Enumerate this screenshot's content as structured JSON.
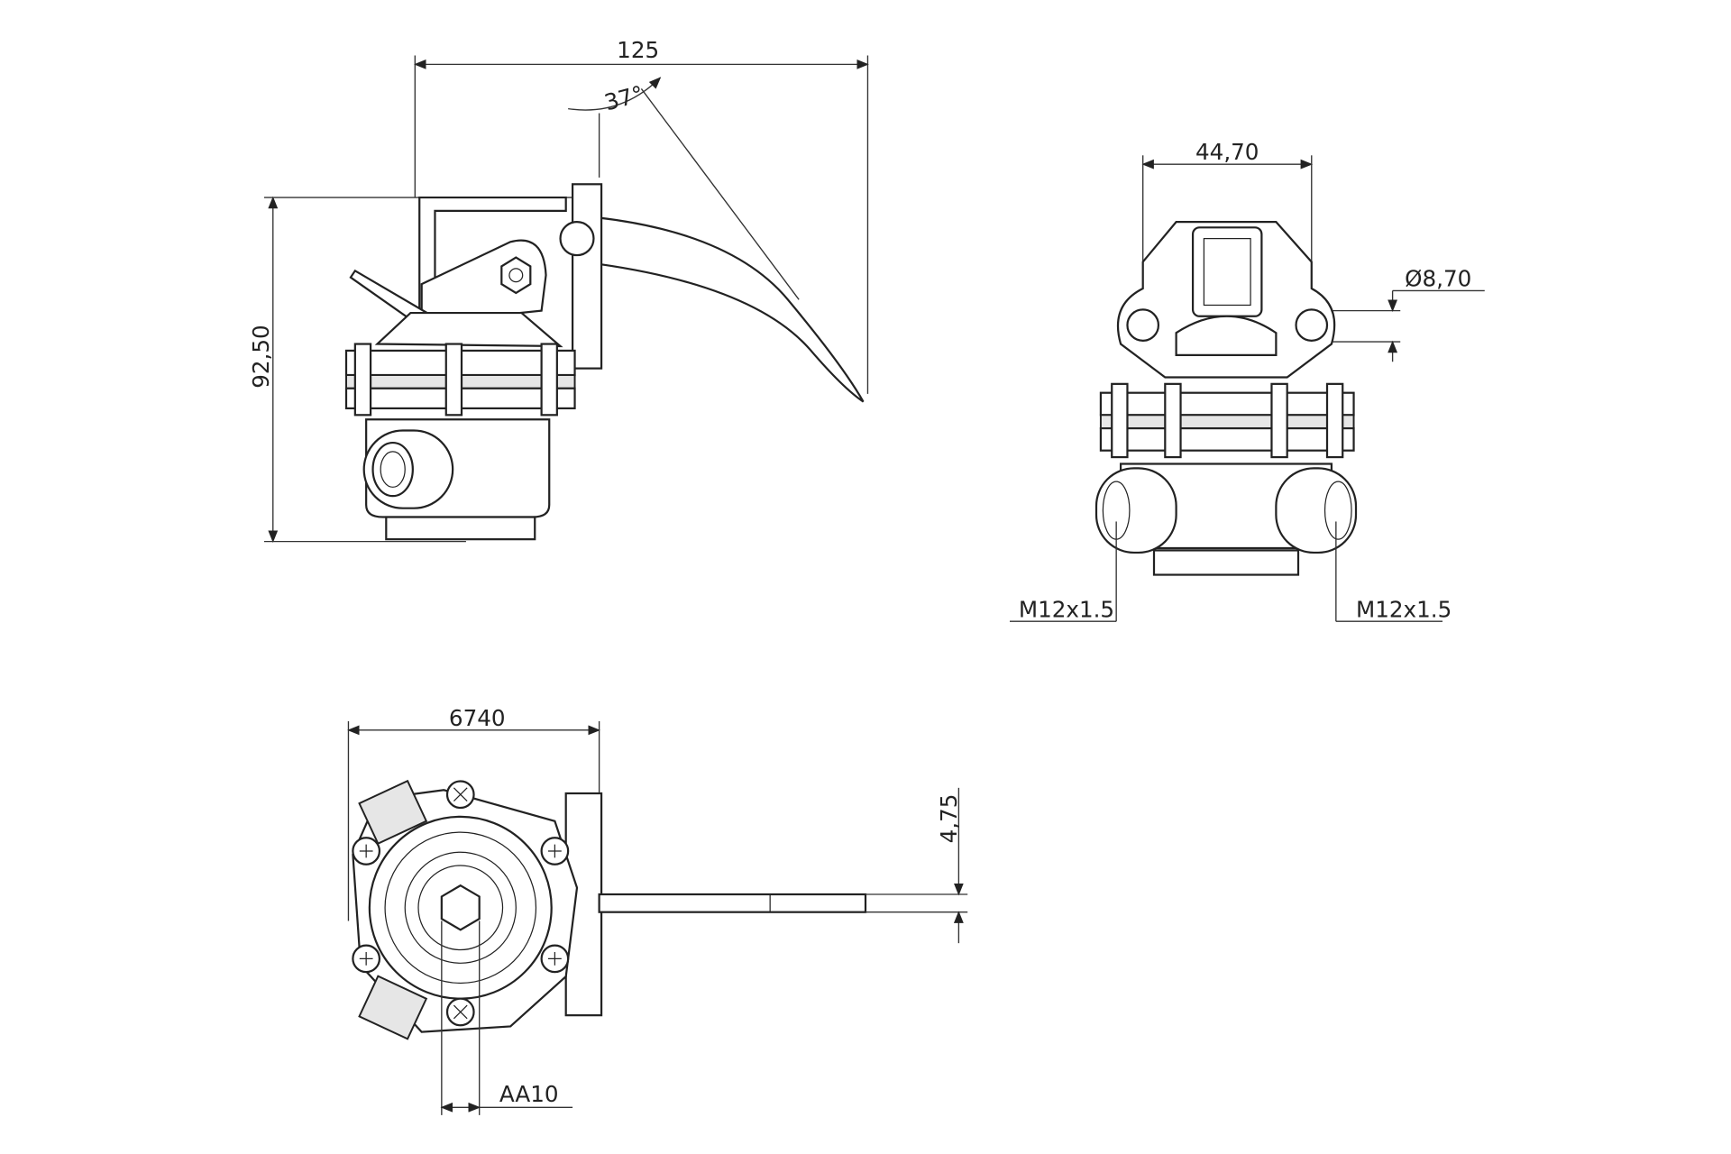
{
  "dimensions": {
    "overall_length": "125",
    "lever_angle": "37°",
    "height": "92,50",
    "mount_spacing": "44,70",
    "hole_diameter": "Ø8,70",
    "port_left": "M12x1.5",
    "port_right": "M12x1.5",
    "flange_width": "6740",
    "lever_thickness": "4,75",
    "hex_size": "AA10"
  },
  "views": [
    "side-view",
    "front-view",
    "top-view"
  ]
}
